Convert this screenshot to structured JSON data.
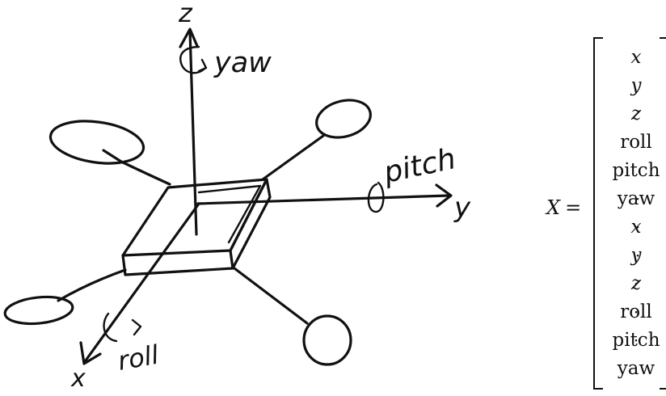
{
  "diagram": {
    "axis_labels": {
      "z": "z",
      "y": "y",
      "x": "x"
    },
    "rotation_labels": {
      "yaw": "yaw",
      "pitch": "pitch",
      "roll": "roll"
    }
  },
  "equation": {
    "lhs": "X",
    "equals": "=",
    "entries": [
      {
        "text": "x",
        "italic": true,
        "dot": false
      },
      {
        "text": "y",
        "italic": true,
        "dot": false
      },
      {
        "text": "z",
        "italic": true,
        "dot": false
      },
      {
        "text": "roll",
        "italic": false,
        "dot": false
      },
      {
        "text": "pitch",
        "italic": false,
        "dot": false
      },
      {
        "text": "yaw",
        "italic": false,
        "dot": false
      },
      {
        "text": "x",
        "italic": true,
        "dot": true
      },
      {
        "text": "y",
        "italic": true,
        "dot": true
      },
      {
        "text": "z",
        "italic": true,
        "dot": true
      },
      {
        "text": "roll",
        "italic": false,
        "dot": true
      },
      {
        "text": "pitch",
        "italic": false,
        "dot": true
      },
      {
        "text": "yaw",
        "italic": false,
        "dot": true
      }
    ]
  }
}
